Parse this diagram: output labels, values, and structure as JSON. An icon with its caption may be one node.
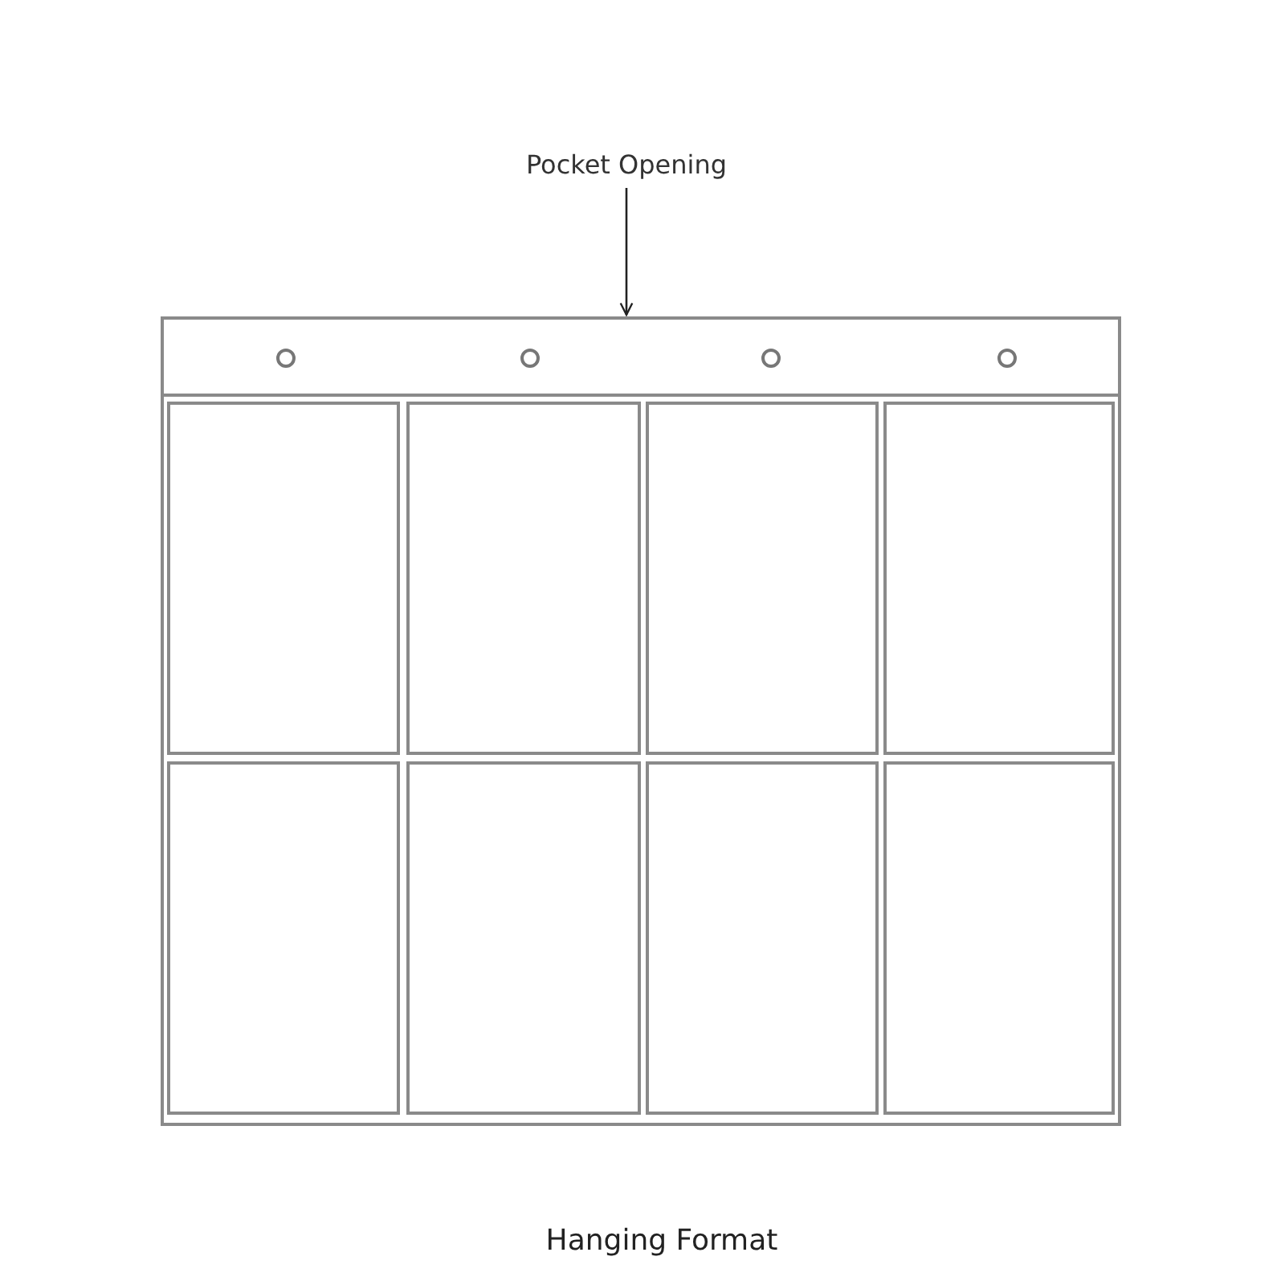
{
  "diagram": {
    "caption": "Hanging Format",
    "nodes": [
      {
        "text": [
          "Pocket Opening"
        ]
      },
      {
        "text": [],
        "shape": "picture"
      }
    ],
    "edges": [
      {
        "from": 0,
        "to": 1,
        "arrow": "to"
      }
    ]
  }
}
